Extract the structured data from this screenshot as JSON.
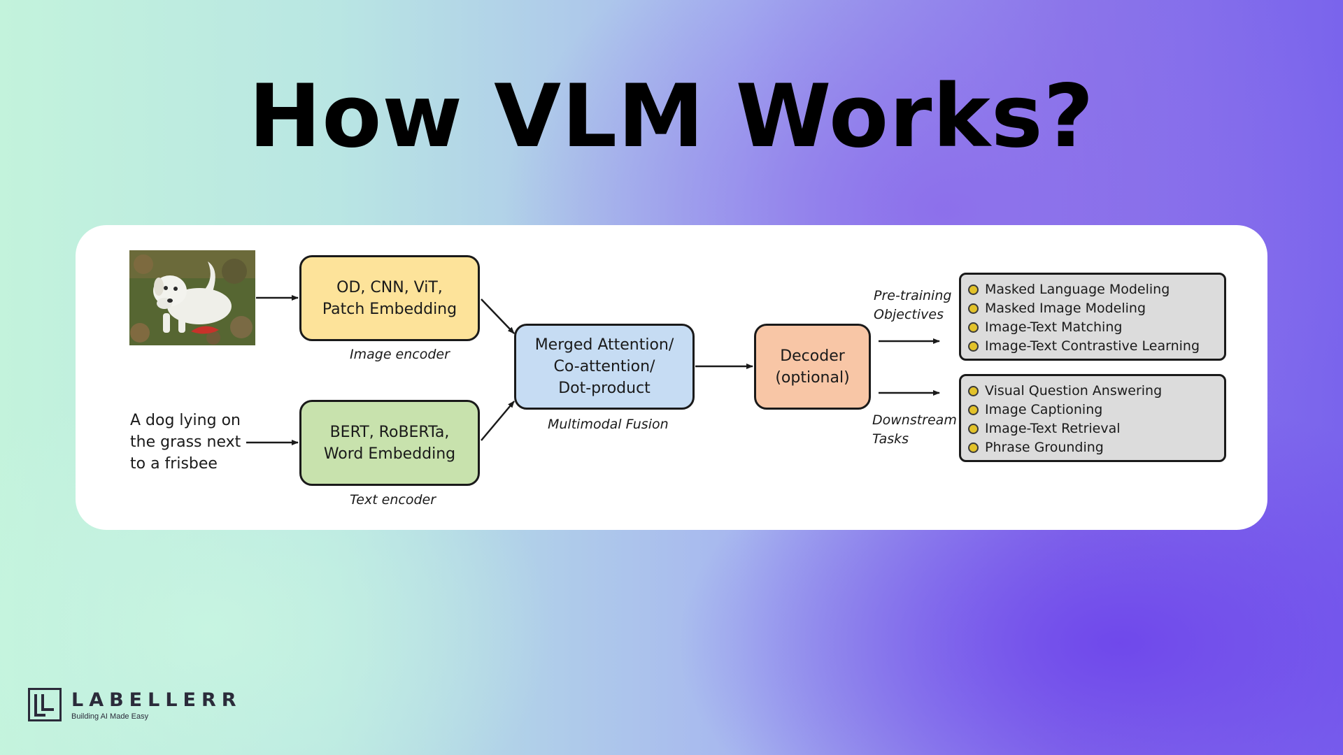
{
  "title": "How VLM Works?",
  "diagram": {
    "input_text": "A dog lying on\nthe grass next\nto a frisbee",
    "image_encoder": {
      "label": "OD, CNN, ViT,\nPatch Embedding",
      "caption": "Image encoder",
      "color": "#fde39a"
    },
    "text_encoder": {
      "label": "BERT, RoBERTa,\nWord Embedding",
      "caption": "Text encoder",
      "color": "#c8e2ad"
    },
    "fusion": {
      "label": "Merged Attention/\nCo-attention/\nDot-product",
      "caption": "Multimodal Fusion",
      "color": "#c6dcf3"
    },
    "decoder": {
      "label": "Decoder\n(optional)",
      "color": "#f8c6a6"
    },
    "pretraining": {
      "caption": "Pre-training\nObjectives",
      "items": [
        "Masked Language Modeling",
        "Masked Image Modeling",
        "Image-Text Matching",
        "Image-Text Contrastive Learning"
      ]
    },
    "downstream": {
      "caption": "Downstream\nTasks",
      "items": [
        "Visual Question Answering",
        "Image Captioning",
        "Image-Text Retrieval",
        "Phrase Grounding"
      ]
    }
  },
  "logo": {
    "name": "LABELLERR",
    "tagline": "Building AI Made Easy"
  }
}
